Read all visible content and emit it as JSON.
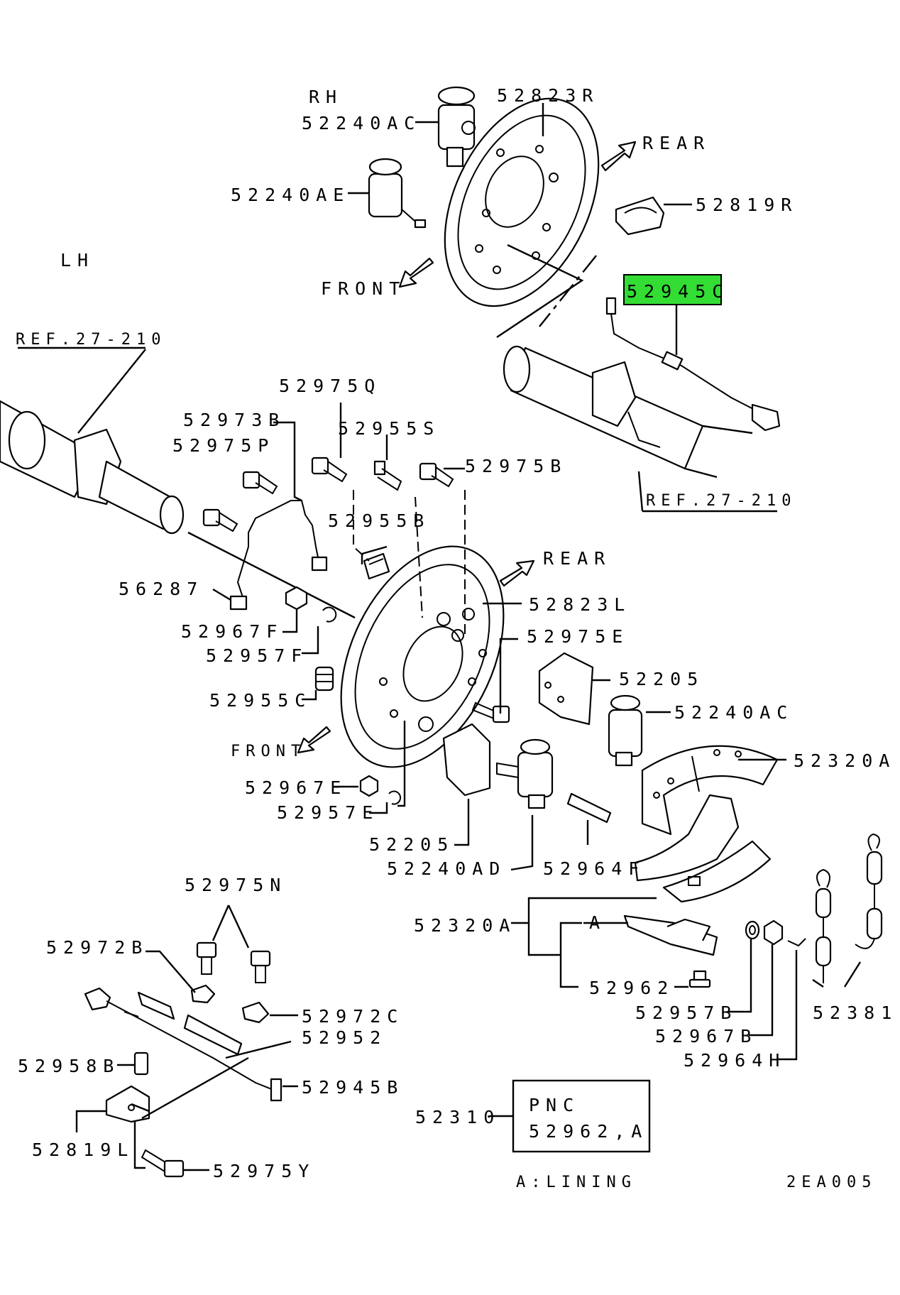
{
  "diagram_code": "2EA005",
  "highlight_color": "#33dd33",
  "side_labels": {
    "rh": "RH",
    "lh": "LH"
  },
  "direction_labels": {
    "rear_top": "REAR",
    "front_top": "FRONT",
    "rear_mid": "REAR",
    "front_mid": "FRONT"
  },
  "references": {
    "ref_left": "REF.27-210",
    "ref_right": "REF.27-210"
  },
  "part_numbers": {
    "p52823R": "52823R",
    "p52240AC_top": "52240AC",
    "p52240AE": "52240AE",
    "p52819R": "52819R",
    "p52945C": "52945C",
    "p52975Q": "52975Q",
    "p52973B": "52973B",
    "p52975P": "52975P",
    "p52955S": "52955S",
    "p52975B": "52975B",
    "p52955B": "52955B",
    "p56287": "56287",
    "p52823L": "52823L",
    "p52967F": "52967F",
    "p52957F": "52957F",
    "p52975E": "52975E",
    "p52205_r": "52205",
    "p52955C": "52955C",
    "p52240AC_mid": "52240AC",
    "p52320A_r": "52320A",
    "p52967E": "52967E",
    "p52957E": "52957E",
    "p52205_l": "52205",
    "p52240AD": "52240AD",
    "p52964F": "52964F",
    "p52975N": "52975N",
    "p52972B": "52972B",
    "p52320A_l": "52320A",
    "p52972C": "52972C",
    "p52962": "52962",
    "p52957B": "52957B",
    "p52381": "52381",
    "p52952": "52952",
    "p52967B": "52967B",
    "p52958B": "52958B",
    "p52964H": "52964H",
    "p52945B": "52945B",
    "p52819L": "52819L",
    "p52975Y": "52975Y",
    "p52310": "52310"
  },
  "pnc_box": {
    "line1": "PNC",
    "line2": "52962,A"
  },
  "lining_sub_label": "A",
  "lining_note": "A:LINING"
}
